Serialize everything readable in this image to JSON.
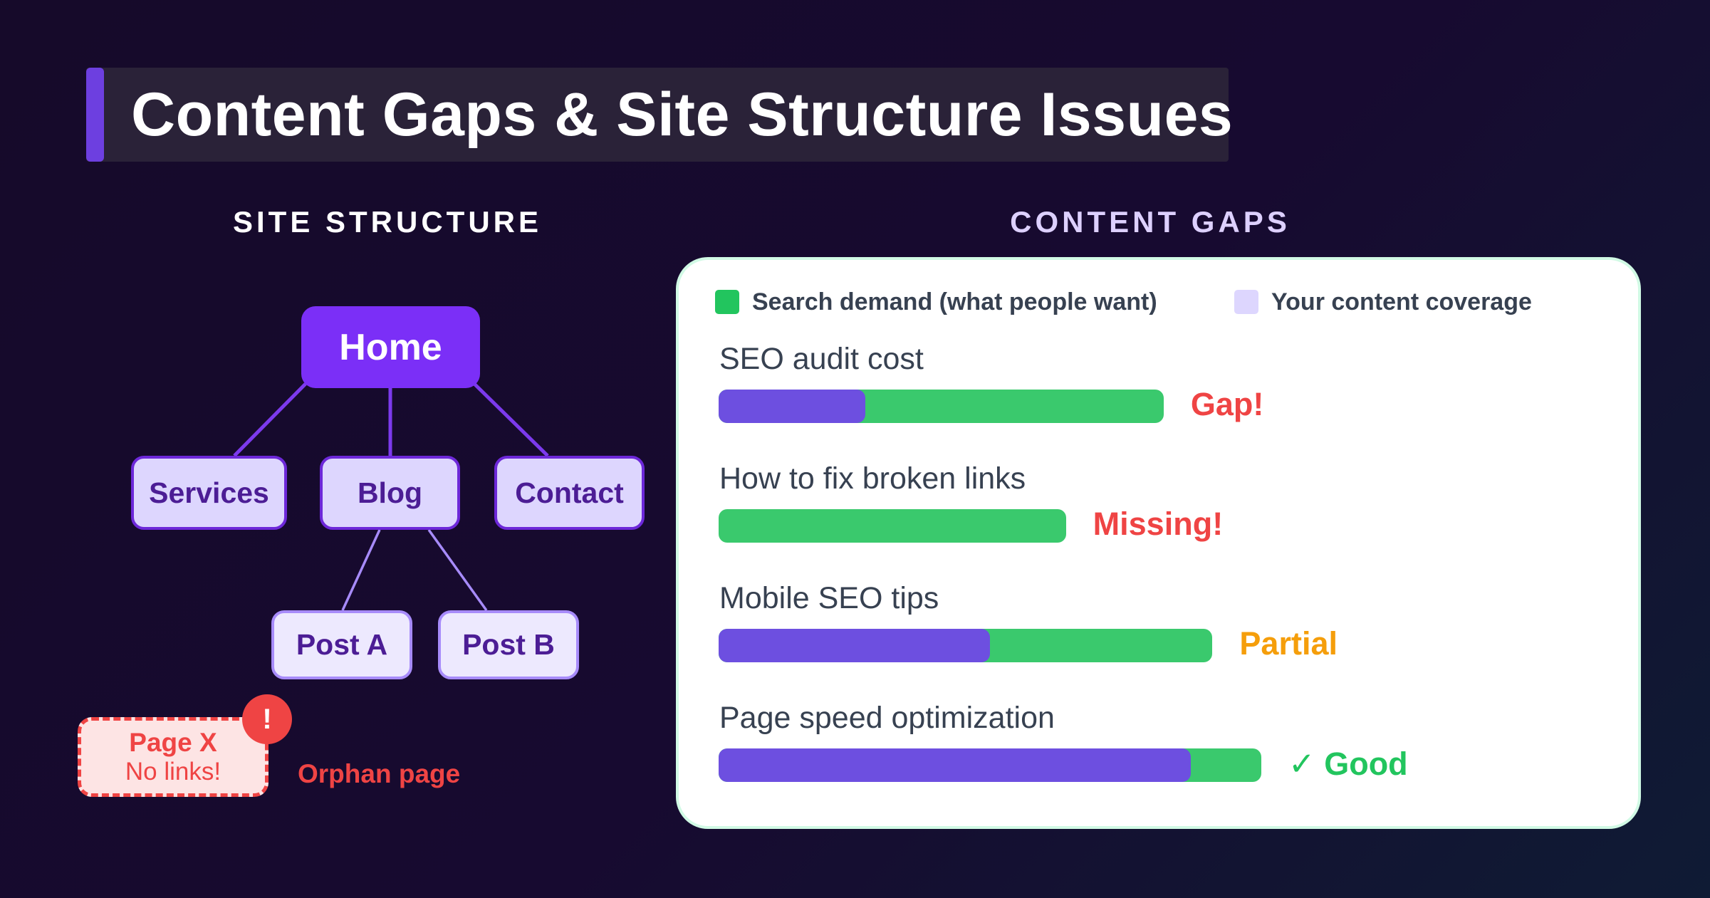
{
  "title": "Content Gaps & Site Structure Issues",
  "site_structure": {
    "heading": "SITE STRUCTURE",
    "home": "Home",
    "level1": [
      "Services",
      "Blog",
      "Contact"
    ],
    "level2": [
      "Post A",
      "Post B"
    ],
    "orphan": {
      "name": "Page X",
      "note": "No links!",
      "badge": "!",
      "label": "Orphan page"
    }
  },
  "content_gaps": {
    "heading": "CONTENT GAPS",
    "legend": {
      "demand": "Search demand (what people want)",
      "coverage": "Your content coverage"
    },
    "colors": {
      "demand": "#3ac96d",
      "coverage": "#6d4fe0"
    },
    "items": [
      {
        "label": "SEO audit cost",
        "demand_pct": 82,
        "coverage_pct": 27,
        "status": "Gap!",
        "status_color": "#ef4444"
      },
      {
        "label": "How to fix broken links",
        "demand_pct": 64,
        "coverage_pct": 0,
        "status": "Missing!",
        "status_color": "#ef4444"
      },
      {
        "label": "Mobile SEO tips",
        "demand_pct": 91,
        "coverage_pct": 50,
        "status": "Partial",
        "status_color": "#f59e0b"
      },
      {
        "label": "Page speed optimization",
        "demand_pct": 100,
        "coverage_pct": 87,
        "status": "✓ Good",
        "status_color": "#22c55e"
      }
    ]
  }
}
